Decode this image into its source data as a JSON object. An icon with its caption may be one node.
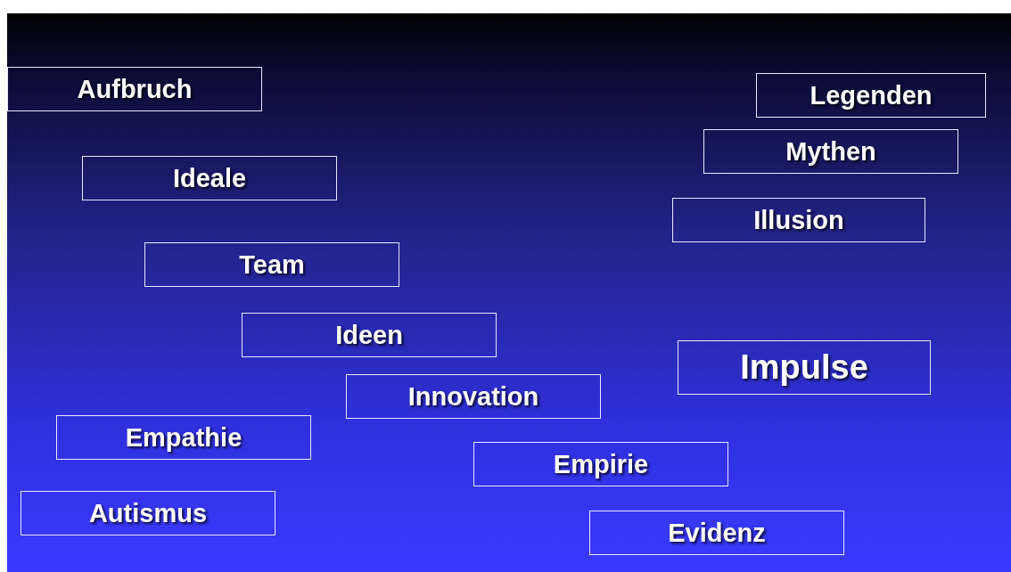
{
  "diagram": {
    "nodes": [
      {
        "text": [
          "Aufbruch"
        ]
      },
      {
        "text": [
          "Legenden"
        ]
      },
      {
        "text": [
          "Mythen"
        ]
      },
      {
        "text": [
          "Ideale"
        ]
      },
      {
        "text": [
          "Illusion"
        ]
      },
      {
        "text": [
          "Team"
        ]
      },
      {
        "text": [
          "Ideen"
        ]
      },
      {
        "text": [
          "Impulse"
        ]
      },
      {
        "text": [
          "Innovation"
        ]
      },
      {
        "text": [
          "Empathie"
        ]
      },
      {
        "text": [
          "Empirie"
        ]
      },
      {
        "text": [
          "Autismus"
        ]
      },
      {
        "text": [
          "Evidenz"
        ]
      }
    ]
  }
}
